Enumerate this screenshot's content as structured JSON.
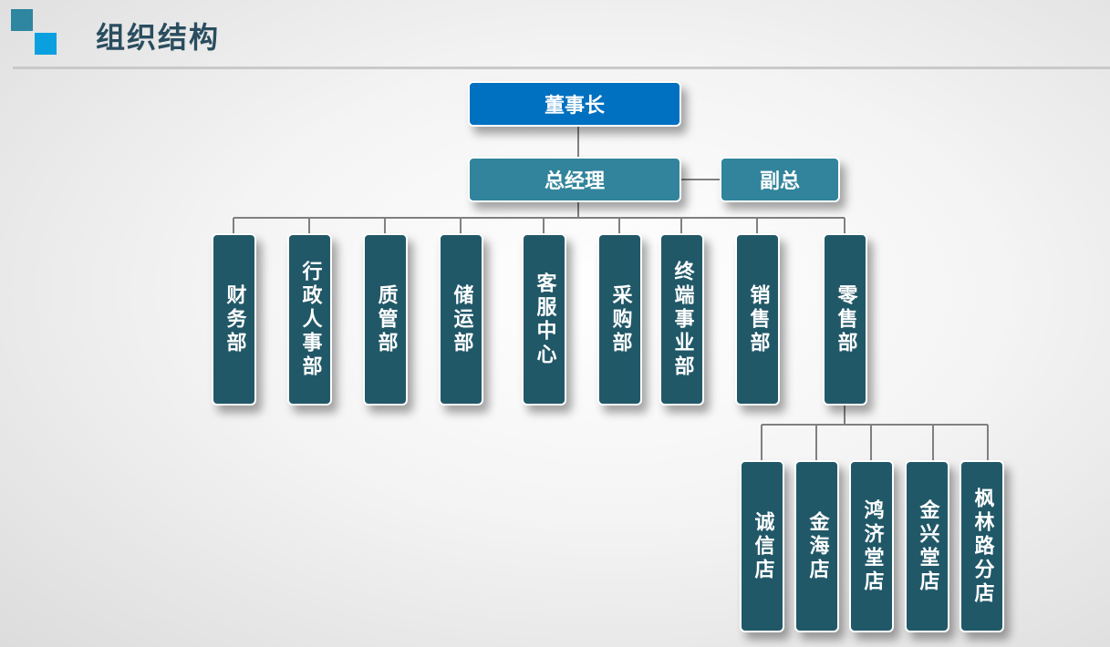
{
  "page": {
    "title": "组织结构"
  },
  "org": {
    "chairman": "董事长",
    "general_manager": "总经理",
    "deputy": "副总",
    "departments": [
      "财务部",
      "行政人事部",
      "质管部",
      "储运部",
      "客服中心",
      "采购部",
      "终端事业部",
      "销售部",
      "零售部"
    ],
    "stores": [
      "诚信店",
      "金海店",
      "鸿济堂店",
      "金兴堂店",
      "枫林路分店"
    ]
  },
  "colors": {
    "chairman": "#0070c0",
    "manager": "#31849b",
    "department": "#215868",
    "connector": "#808080"
  }
}
